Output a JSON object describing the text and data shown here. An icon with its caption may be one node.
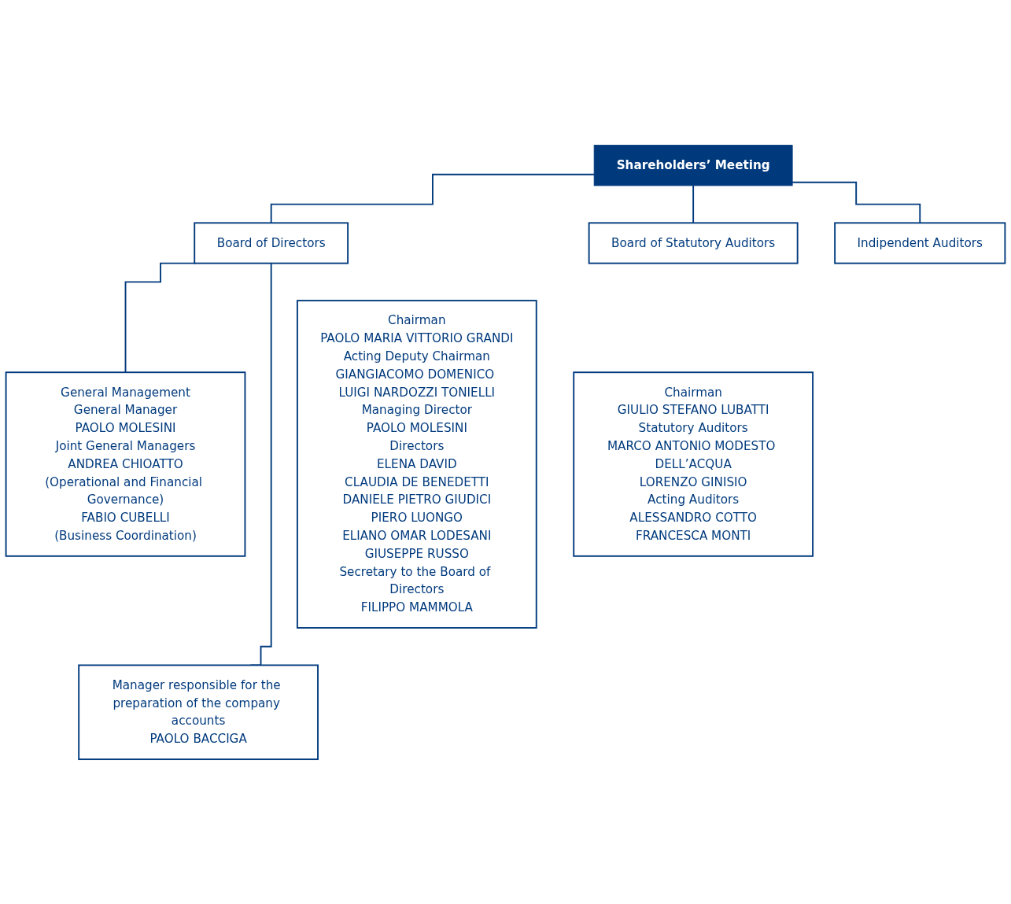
{
  "diagram": {
    "nodes": [
      {
        "text": [
          "Shareholders’ Meeting"
        ]
      },
      {
        "text": [
          "Board of Directors"
        ]
      },
      {
        "text": [
          "Board of Statutory Auditors"
        ]
      },
      {
        "text": [
          "General Management",
          "General Manager",
          "PAOLO MOLESINI",
          "Joint General Managers",
          "ANDREA CHIOATTO",
          "(Operational and Financial Governance)",
          "FABIO CUBELLI",
          "(Business Coordination)"
        ]
      },
      {
        "text": [
          "Chairman",
          "PAOLO MARIA VITTORIO GRANDI",
          "Acting Deputy Chairman",
          "GIANGIACOMO DOMENICO LUIGI NARDOZZI TONIELLI",
          "Managing Director",
          "PAOLO MOLESINI",
          "Directors",
          "ELENA DAVID",
          "CLAUDIA DE BENEDETTI",
          "DANIELE PIETRO GIUDICI",
          "PIERO LUONGO",
          "ELIANO OMAR LODESANI",
          "GIUSEPPE RUSSO",
          "Secretary to the Board of Directors",
          "FILIPPO MAMMOLA"
        ]
      },
      {
        "text": [
          "Chairman",
          "GIULIO STEFANO LUBATTI",
          "Statutory Auditors",
          "MARCO ANTONIO MODESTO DELL’ACQUA",
          "LORENZO GINISIO",
          "Acting Auditors",
          "ALESSANDRO COTTO",
          "FRANCESCA MONTI"
        ]
      },
      {
        "text": [
          "Manager responsible for the preparation of the company accounts",
          "PAOLO BACCIGA"
        ]
      },
      {
        "text": [
          "Indipendent Auditors"
        ]
      }
    ],
    "edges": [
      {
        "from": 0,
        "to": 1,
        "arrow": "none"
      },
      {
        "from": 0,
        "to": 2,
        "arrow": "none"
      },
      {
        "from": 0,
        "to": 7,
        "arrow": "none"
      },
      {
        "from": 1,
        "to": 3,
        "arrow": "none"
      },
      {
        "from": 1,
        "to": 6,
        "arrow": "none"
      }
    ]
  }
}
